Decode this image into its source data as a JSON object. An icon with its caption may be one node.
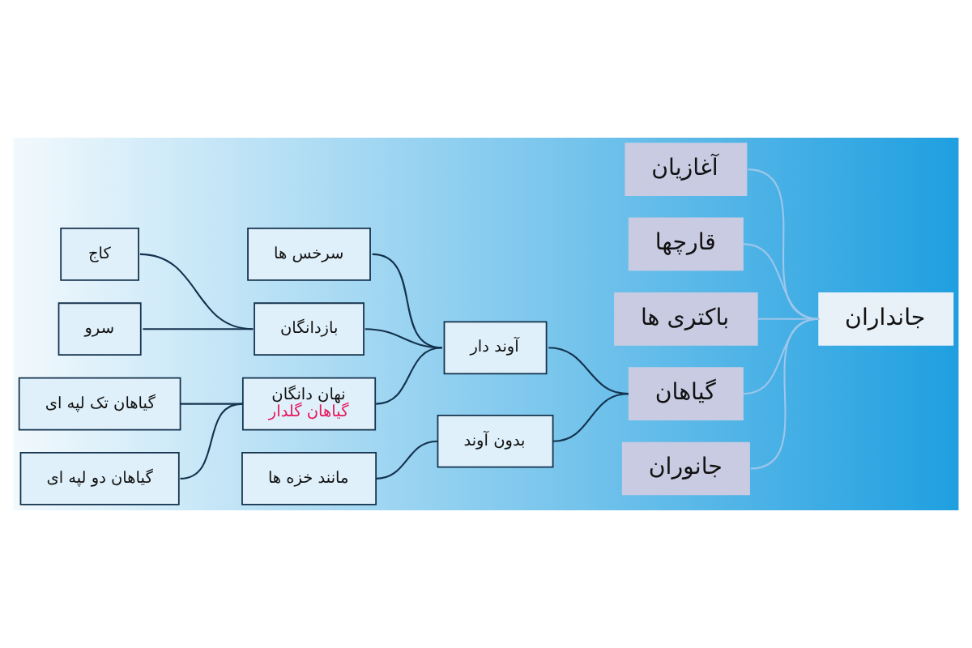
{
  "diagram": {
    "nodes": [
      {
        "text": [
          "جانداران"
        ]
      },
      {
        "text": [
          "آغازیان"
        ]
      },
      {
        "text": [
          "قارچها"
        ]
      },
      {
        "text": [
          "باکتری ها"
        ]
      },
      {
        "text": [
          "گیاهان"
        ]
      },
      {
        "text": [
          "جانوران"
        ]
      },
      {
        "text": [
          "آوند دار"
        ]
      },
      {
        "text": [
          "بدون آوند"
        ]
      },
      {
        "text": [
          "سرخس ها"
        ]
      },
      {
        "text": [
          "بازدانگان"
        ]
      },
      {
        "text": [
          "نهان دانگان",
          "گیاهان گلدار"
        ]
      },
      {
        "text": [
          "مانند خزه ها"
        ]
      },
      {
        "text": [
          "کاج"
        ]
      },
      {
        "text": [
          "سرو"
        ]
      },
      {
        "text": [
          "گیاهان تک لپه ای"
        ]
      },
      {
        "text": [
          "گیاهان دو لپه ای"
        ]
      }
    ],
    "edges": [
      {
        "from": 0,
        "to": 1,
        "arrow": "none",
        "color": "#9cc6ea"
      },
      {
        "from": 0,
        "to": 2,
        "arrow": "none",
        "color": "#9cc6ea"
      },
      {
        "from": 0,
        "to": 3,
        "arrow": "none",
        "color": "#9cc6ea"
      },
      {
        "from": 0,
        "to": 4,
        "arrow": "none",
        "color": "#9cc6ea"
      },
      {
        "from": 0,
        "to": 5,
        "arrow": "none",
        "color": "#9cc6ea"
      },
      {
        "from": 4,
        "to": 6,
        "arrow": "none"
      },
      {
        "from": 4,
        "to": 7,
        "arrow": "none"
      },
      {
        "from": 6,
        "to": 8,
        "arrow": "none"
      },
      {
        "from": 6,
        "to": 9,
        "arrow": "none"
      },
      {
        "from": 6,
        "to": 10,
        "arrow": "none"
      },
      {
        "from": 7,
        "to": 11,
        "arrow": "none"
      },
      {
        "from": 9,
        "to": 12,
        "arrow": "none"
      },
      {
        "from": 9,
        "to": 13,
        "arrow": "none"
      },
      {
        "from": 10,
        "to": 14,
        "arrow": "none"
      },
      {
        "from": 10,
        "to": 15,
        "arrow": "none"
      }
    ]
  }
}
